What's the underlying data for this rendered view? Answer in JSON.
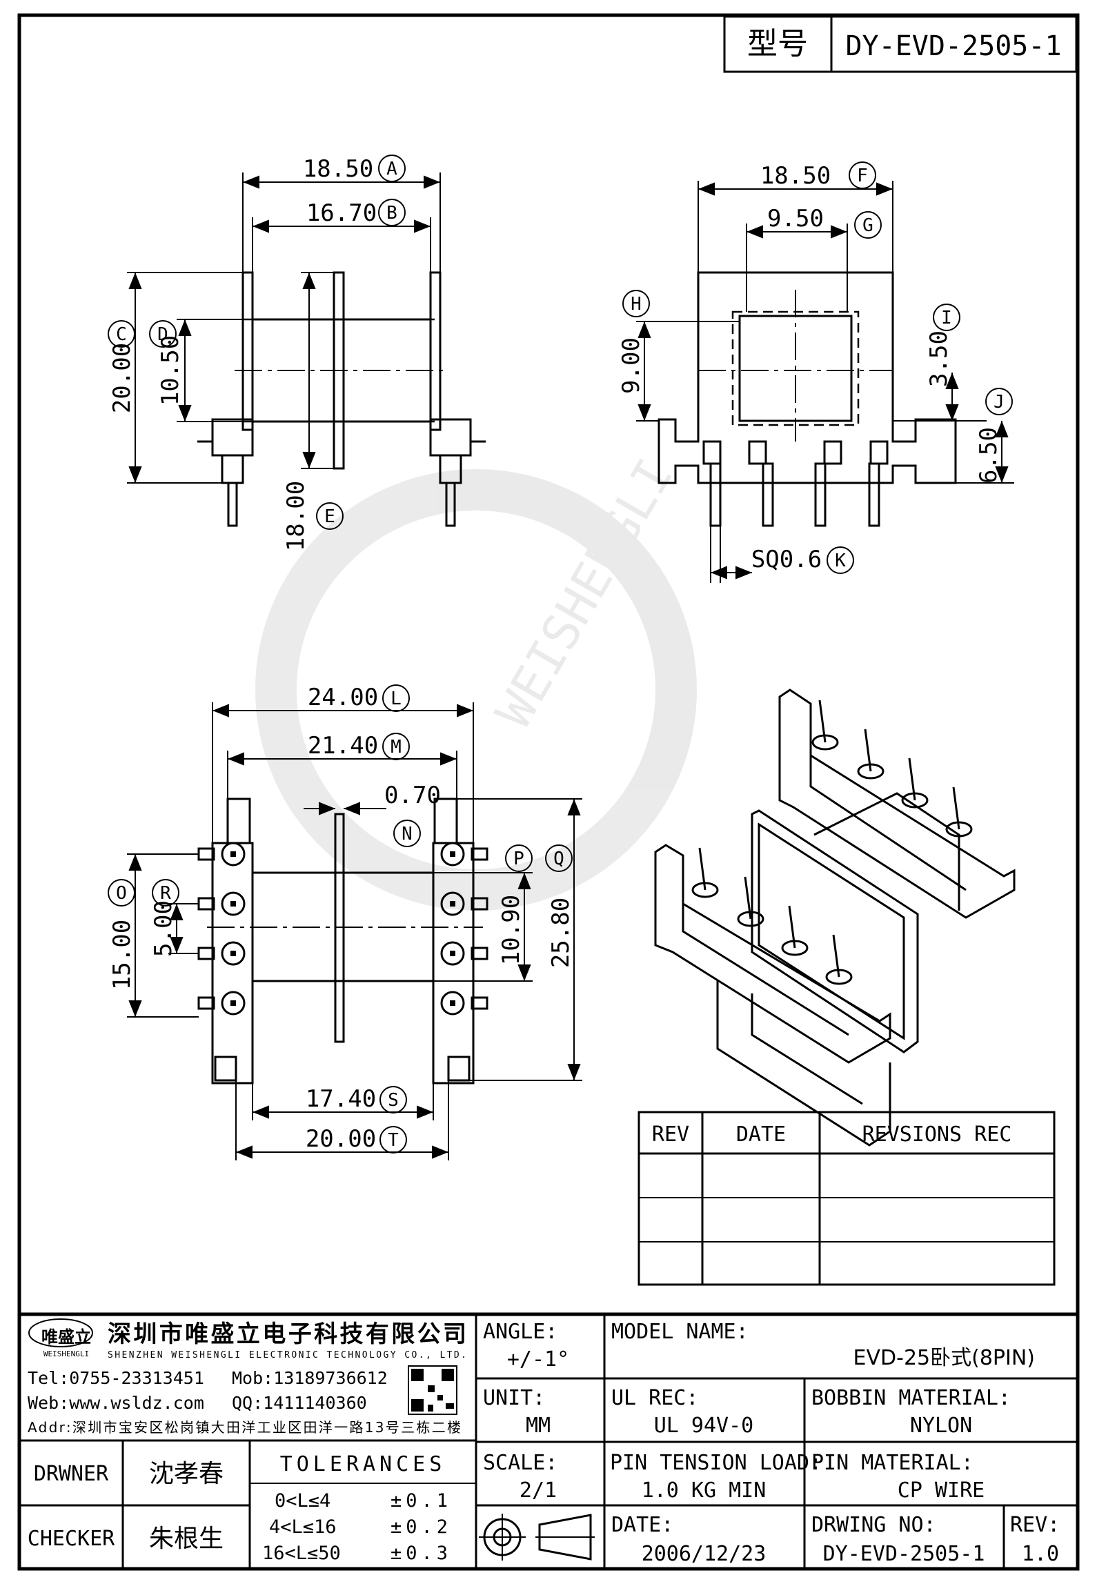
{
  "header": {
    "type_label": "型号",
    "part_number": "DY-EVD-2505-1"
  },
  "watermark": {
    "text": "WEISHENGLI"
  },
  "dimensions": {
    "A": "18.50",
    "B": "16.70",
    "C": "20.00",
    "D": "10.50",
    "E": "18.00",
    "F": "18.50",
    "G": "9.50",
    "H": "9.00",
    "I": "3.50",
    "J": "6.50",
    "K": "SQ0.6",
    "L": "24.00",
    "M": "21.40",
    "N": "0.70",
    "O": "15.00",
    "P": "10.90",
    "Q": "25.80",
    "R": "5.00",
    "S": "17.40",
    "T": "20.00"
  },
  "rev_table": {
    "headers": [
      "REV",
      "DATE",
      "REVSIONS REC"
    ],
    "rows": [
      [
        "",
        "",
        ""
      ],
      [
        "",
        "",
        ""
      ],
      [
        "",
        "",
        ""
      ]
    ]
  },
  "company": {
    "logo_text": "唯盛立",
    "logo_sub": "WEISHENGLI",
    "name_cn": "深圳市唯盛立电子科技有限公司",
    "name_en": "SHENZHEN WEISHENGLI ELECTRONIC TECHNOLOGY CO., LTD.",
    "tel": "Tel:0755-23313451",
    "mob": "Mob:13189736612",
    "web": "Web:www.wsldz.com",
    "qq": "QQ:1411140360",
    "addr": "Addr:深圳市宝安区松岗镇大田洋工业区田洋一路13号三栋二楼"
  },
  "title_block": {
    "angle_label": "ANGLE:",
    "angle_value": "+/-1°",
    "model_label": "MODEL NAME:",
    "model_value": "EVD-25卧式(8PIN)",
    "unit_label": "UNIT:",
    "unit_value": "MM",
    "ul_label": "UL REC:",
    "ul_value": "UL 94V-0",
    "bobbin_label": "BOBBIN MATERIAL:",
    "bobbin_value": "NYLON",
    "drawer_label": "DRWNER",
    "drawer_value": "沈孝春",
    "tolerances_label": "TOLERANCES",
    "tol_rows": [
      {
        "range": "0<L≤4",
        "value": "±0.1"
      },
      {
        "range": "4<L≤16",
        "value": "±0.2"
      },
      {
        "range": "16<L≤50",
        "value": "±0.3"
      }
    ],
    "scale_label": "SCALE:",
    "scale_value": "2/1",
    "pin_tension_label": "PIN TENSION LOAD:",
    "pin_tension_value": "1.0 KG MIN",
    "pin_material_label": "PIN MATERIAL:",
    "pin_material_value": "CP WIRE",
    "checker_label": "CHECKER",
    "checker_value": "朱根生",
    "date_label": "DATE:",
    "date_value": "2006/12/23",
    "drwing_label": "DRWING NO:",
    "drwing_value": "DY-EVD-2505-1",
    "rev_label": "REV:",
    "rev_value": "1.0"
  }
}
